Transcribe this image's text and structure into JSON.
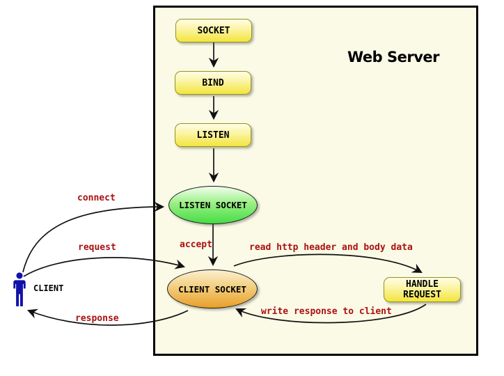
{
  "diagram": {
    "title": "Web Server",
    "nodes": {
      "socket": "SOCKET",
      "bind": "BIND",
      "listen": "LISTEN",
      "listen_socket": "LISTEN SOCKET",
      "client_socket": "CLIENT SOCKET",
      "handle_request": "HANDLE REQUEST",
      "client": "CLIENT"
    },
    "edge_labels": {
      "connect": "connect",
      "request": "request",
      "response": "response",
      "accept": "accept",
      "read_http": "read http header and body data",
      "write_response": "write response to client"
    },
    "colors": {
      "server_background": "#FAFAE6",
      "yellow_box_top": "#FFFEE6",
      "yellow_box_bottom": "#F2E53C",
      "yellow_box_border": "#97901E",
      "green_ellipse_top": "#F2FFEF",
      "green_ellipse_bottom": "#44DD44",
      "orange_ellipse_top": "#FBF0D0",
      "orange_ellipse_bottom": "#E89F28",
      "edge_label_red": "#AA1111",
      "client_figure_blue": "#1111AA",
      "arrow_black": "#111111"
    }
  }
}
